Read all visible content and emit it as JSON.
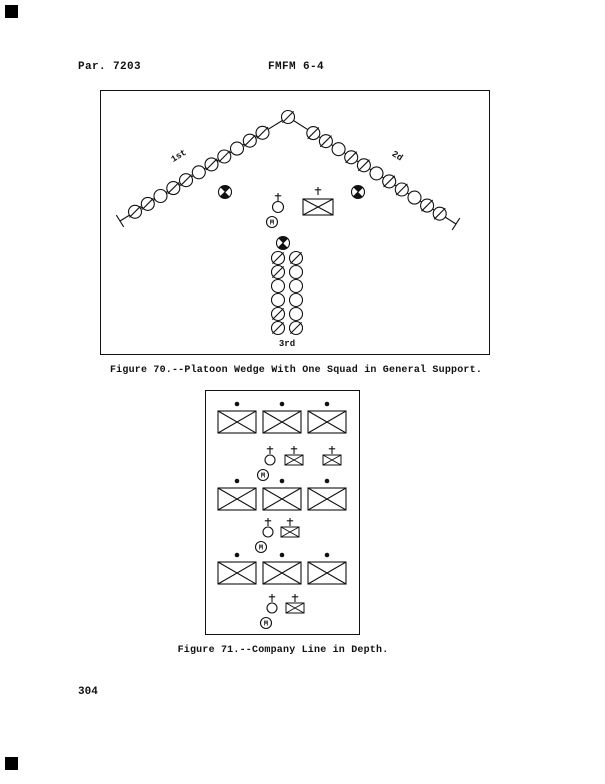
{
  "page": {
    "par_ref": "Par. 7203",
    "doc_ref": "FMFM 6-4",
    "page_number": "304"
  },
  "figure70": {
    "caption": "Figure 70.--Platoon Wedge With One Squad in General Support.",
    "squad_labels": {
      "first": "1st",
      "second": "2d",
      "third": "3rd"
    },
    "medic_label": "M"
  },
  "figure71": {
    "caption": "Figure 71.--Company Line in Depth.",
    "medic_label": "M"
  }
}
